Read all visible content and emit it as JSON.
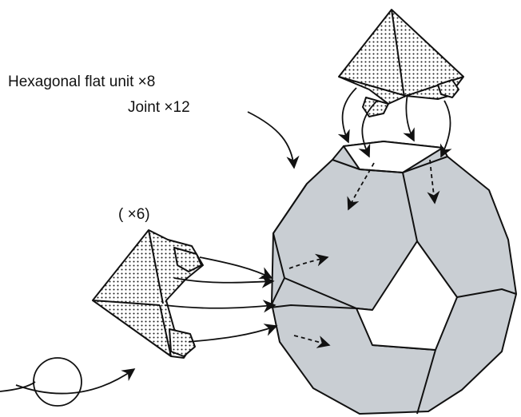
{
  "labels": {
    "hexagonal_unit": "Hexagonal flat unit  ×8",
    "joint": "Joint  ×12",
    "multiplier": "( ×6)"
  },
  "colors": {
    "face_fill": "#c9ced3",
    "ink": "#111111",
    "paper": "#ffffff"
  },
  "icons": [
    "folded-joint-unit-icon",
    "curved-arrow-icon",
    "dashed-arrow-icon",
    "rotation-loop-icon"
  ]
}
